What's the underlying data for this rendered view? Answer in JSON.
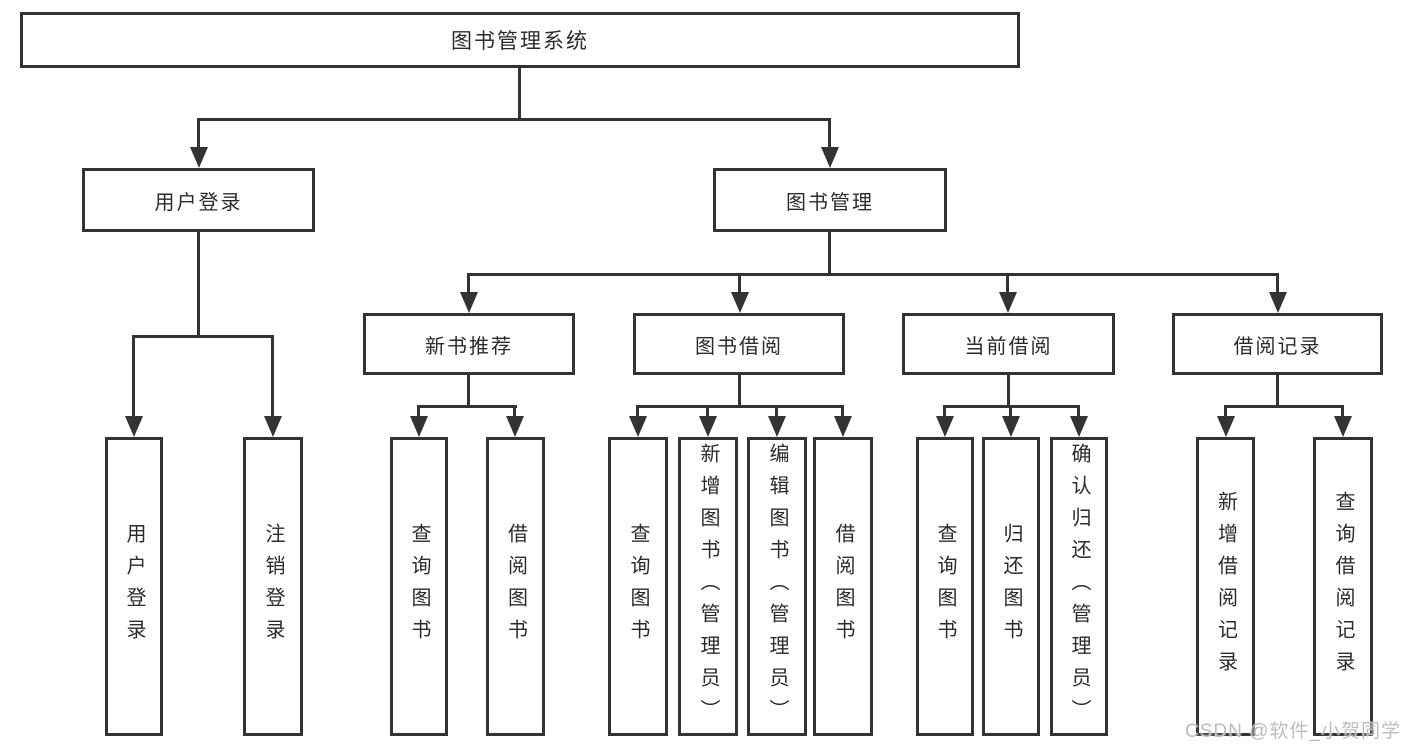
{
  "watermark": "CSDN @软件_小贺同学",
  "colors": {
    "line": "#333333",
    "text": "#2b2b2b",
    "background": "#ffffff",
    "watermark": "#bdbdbd"
  },
  "tree": {
    "label": "图书管理系统",
    "children": [
      {
        "label": "用户登录",
        "children": [
          {
            "label": "用户登录"
          },
          {
            "label": "注销登录"
          }
        ]
      },
      {
        "label": "图书管理",
        "children": [
          {
            "label": "新书推荐",
            "children": [
              {
                "label": "查询图书"
              },
              {
                "label": "借阅图书"
              }
            ]
          },
          {
            "label": "图书借阅",
            "children": [
              {
                "label": "查询图书"
              },
              {
                "label": "新增图书（管理员）"
              },
              {
                "label": "编辑图书（管理员）"
              },
              {
                "label": "借阅图书"
              }
            ]
          },
          {
            "label": "当前借阅",
            "children": [
              {
                "label": "查询图书"
              },
              {
                "label": "归还图书"
              },
              {
                "label": "确认归还（管理员）"
              }
            ]
          },
          {
            "label": "借阅记录",
            "children": [
              {
                "label": "新增借阅记录"
              },
              {
                "label": "查询借阅记录"
              }
            ]
          }
        ]
      }
    ]
  }
}
